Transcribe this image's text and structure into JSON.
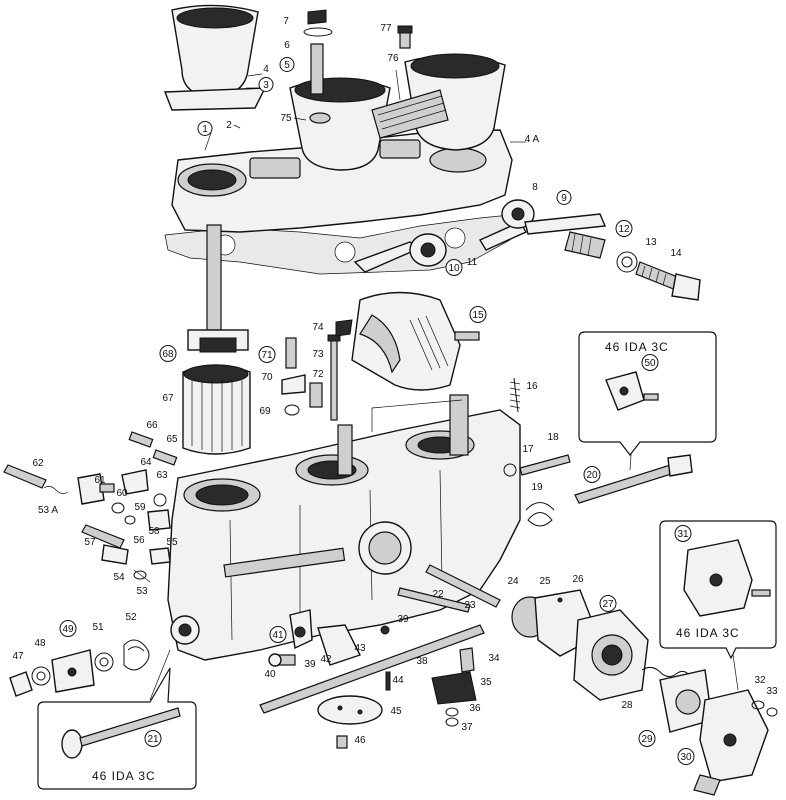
{
  "insets": {
    "top_right": {
      "model": "46 IDA 3C",
      "part": "50"
    },
    "right": {
      "model": "46 IDA 3C",
      "part": "31"
    },
    "bottom_left": {
      "model": "46 IDA 3C",
      "part": "21"
    }
  },
  "parts": [
    {
      "id": "p1",
      "label": "1",
      "circled": true
    },
    {
      "id": "p2",
      "label": "2",
      "circled": false
    },
    {
      "id": "p3",
      "label": "3",
      "circled": true
    },
    {
      "id": "p4",
      "label": "4",
      "circled": false
    },
    {
      "id": "p4a",
      "label": "4 A",
      "circled": false
    },
    {
      "id": "p5",
      "label": "5",
      "circled": true
    },
    {
      "id": "p6",
      "label": "6",
      "circled": false
    },
    {
      "id": "p7",
      "label": "7",
      "circled": false
    },
    {
      "id": "p8",
      "label": "8",
      "circled": false
    },
    {
      "id": "p9",
      "label": "9",
      "circled": true
    },
    {
      "id": "p10",
      "label": "10",
      "circled": true
    },
    {
      "id": "p11",
      "label": "11",
      "circled": false
    },
    {
      "id": "p12",
      "label": "12",
      "circled": true
    },
    {
      "id": "p13",
      "label": "13",
      "circled": false
    },
    {
      "id": "p14",
      "label": "14",
      "circled": false
    },
    {
      "id": "p15",
      "label": "15",
      "circled": true
    },
    {
      "id": "p16",
      "label": "16",
      "circled": false
    },
    {
      "id": "p17",
      "label": "17",
      "circled": false
    },
    {
      "id": "p18",
      "label": "18",
      "circled": false
    },
    {
      "id": "p19",
      "label": "19",
      "circled": false
    },
    {
      "id": "p20",
      "label": "20",
      "circled": true
    },
    {
      "id": "p21",
      "label": "21",
      "circled": true
    },
    {
      "id": "p22",
      "label": "22",
      "circled": false
    },
    {
      "id": "p23",
      "label": "23",
      "circled": false
    },
    {
      "id": "p24",
      "label": "24",
      "circled": false
    },
    {
      "id": "p25",
      "label": "25",
      "circled": false
    },
    {
      "id": "p26",
      "label": "26",
      "circled": false
    },
    {
      "id": "p27",
      "label": "27",
      "circled": true
    },
    {
      "id": "p28",
      "label": "28",
      "circled": false
    },
    {
      "id": "p29",
      "label": "29",
      "circled": true
    },
    {
      "id": "p30",
      "label": "30",
      "circled": true
    },
    {
      "id": "p31",
      "label": "31",
      "circled": true
    },
    {
      "id": "p32",
      "label": "32",
      "circled": false
    },
    {
      "id": "p33",
      "label": "33",
      "circled": false
    },
    {
      "id": "p34",
      "label": "34",
      "circled": false
    },
    {
      "id": "p35",
      "label": "35",
      "circled": false
    },
    {
      "id": "p36",
      "label": "36",
      "circled": false
    },
    {
      "id": "p37",
      "label": "37",
      "circled": false
    },
    {
      "id": "p38",
      "label": "38",
      "circled": false
    },
    {
      "id": "p39",
      "label": "39",
      "circled": false
    },
    {
      "id": "p39b",
      "label": "39",
      "circled": false
    },
    {
      "id": "p40",
      "label": "40",
      "circled": false
    },
    {
      "id": "p41",
      "label": "41",
      "circled": true
    },
    {
      "id": "p42",
      "label": "42",
      "circled": false
    },
    {
      "id": "p43",
      "label": "43",
      "circled": false
    },
    {
      "id": "p44",
      "label": "44",
      "circled": false
    },
    {
      "id": "p45",
      "label": "45",
      "circled": false
    },
    {
      "id": "p46",
      "label": "46",
      "circled": false
    },
    {
      "id": "p47",
      "label": "47",
      "circled": false
    },
    {
      "id": "p48",
      "label": "48",
      "circled": false
    },
    {
      "id": "p49",
      "label": "49",
      "circled": true
    },
    {
      "id": "p50",
      "label": "50",
      "circled": true
    },
    {
      "id": "p51",
      "label": "51",
      "circled": false
    },
    {
      "id": "p52",
      "label": "52",
      "circled": false
    },
    {
      "id": "p53",
      "label": "53",
      "circled": false
    },
    {
      "id": "p53a",
      "label": "53 A",
      "circled": false
    },
    {
      "id": "p54",
      "label": "54",
      "circled": false
    },
    {
      "id": "p55",
      "label": "55",
      "circled": false
    },
    {
      "id": "p56",
      "label": "56",
      "circled": false
    },
    {
      "id": "p57",
      "label": "57",
      "circled": false
    },
    {
      "id": "p58",
      "label": "58",
      "circled": false
    },
    {
      "id": "p59",
      "label": "59",
      "circled": false
    },
    {
      "id": "p60",
      "label": "60",
      "circled": false
    },
    {
      "id": "p61",
      "label": "61",
      "circled": false
    },
    {
      "id": "p62",
      "label": "62",
      "circled": false
    },
    {
      "id": "p63",
      "label": "63",
      "circled": false
    },
    {
      "id": "p64",
      "label": "64",
      "circled": false
    },
    {
      "id": "p65",
      "label": "65",
      "circled": false
    },
    {
      "id": "p66",
      "label": "66",
      "circled": false
    },
    {
      "id": "p67",
      "label": "67",
      "circled": false
    },
    {
      "id": "p68",
      "label": "68",
      "circled": true
    },
    {
      "id": "p69",
      "label": "69",
      "circled": false
    },
    {
      "id": "p70",
      "label": "70",
      "circled": false
    },
    {
      "id": "p71",
      "label": "71",
      "circled": true
    },
    {
      "id": "p72",
      "label": "72",
      "circled": false
    },
    {
      "id": "p73",
      "label": "73",
      "circled": false
    },
    {
      "id": "p74",
      "label": "74",
      "circled": false
    },
    {
      "id": "p75",
      "label": "75",
      "circled": false
    },
    {
      "id": "p76",
      "label": "76",
      "circled": false
    },
    {
      "id": "p77",
      "label": "77",
      "circled": false
    }
  ]
}
